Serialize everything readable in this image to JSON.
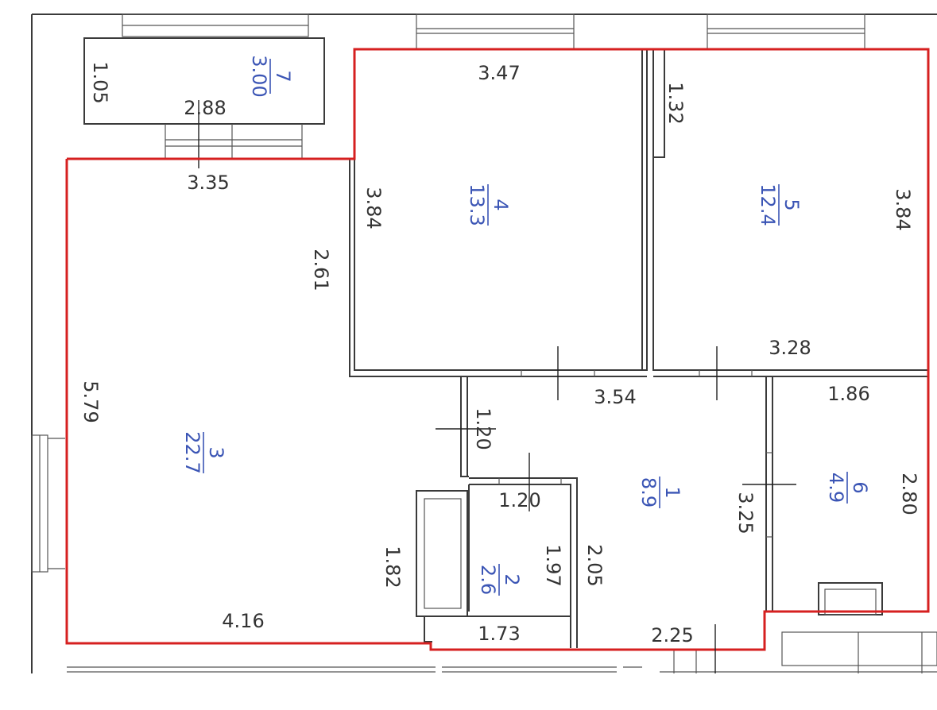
{
  "colors": {
    "boundary": "#d62020",
    "room_label": "#3b55b5",
    "walls": "#3a3a3a",
    "dimensions": "#333333"
  },
  "rooms": [
    {
      "id": "room-1",
      "number": "1",
      "area": "8.9"
    },
    {
      "id": "room-2",
      "number": "2",
      "area": "2.6"
    },
    {
      "id": "room-3",
      "number": "3",
      "area": "22.7"
    },
    {
      "id": "room-4",
      "number": "4",
      "area": "13.3"
    },
    {
      "id": "room-5",
      "number": "5",
      "area": "12.4"
    },
    {
      "id": "room-6",
      "number": "6",
      "area": "4.9"
    },
    {
      "id": "room-7",
      "number": "7",
      "area": "3.00"
    }
  ],
  "dimensions": {
    "room4_width": "3.47",
    "room4_height": "3.84",
    "room5_height_left": "1.32",
    "room5_height_right": "3.84",
    "room5_width": "3.28",
    "balcony_height": "1.05",
    "balcony_width": "2.88",
    "room3_top_width": "3.35",
    "room3_inner_height": "2.61",
    "room3_height": "5.79",
    "room3_bottom_width": "4.16",
    "room3_niche_height": "1.82",
    "hall_width": "3.54",
    "hall_passage": "1.20",
    "bath_width_top": "1.20",
    "bath_height_left": "1.97",
    "bath_height_right": "2.05",
    "bath_width_bottom": "1.73",
    "hall_height": "3.25",
    "hall_bottom_width": "2.25",
    "room6_width": "1.86",
    "room6_height": "2.80"
  }
}
